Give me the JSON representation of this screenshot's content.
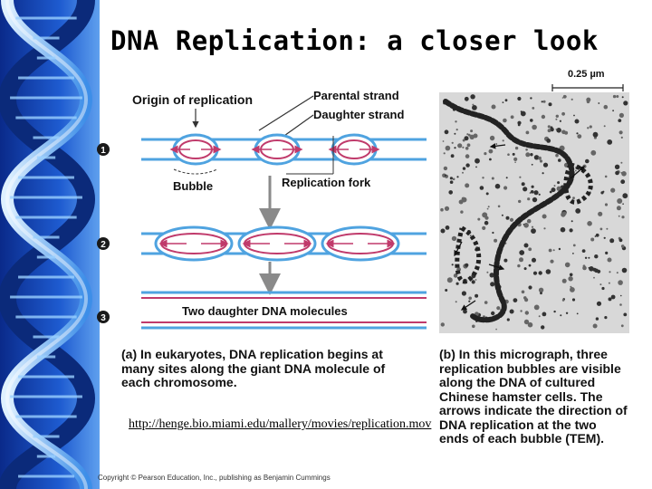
{
  "slide": {
    "title": "DNA Replication: a closer look",
    "link": "http://henge.bio.miami.edu/mallery/movies/replication.mov",
    "copyright": "Copyright © Pearson Education, Inc., publishing as Benjamin Cummings"
  },
  "diagram": {
    "label_origin": "Origin of replication",
    "label_parental": "Parental strand",
    "label_daughter": "Daughter strand",
    "label_bubble": "Bubble",
    "label_fork": "Replication fork",
    "label_two_molecules": "Two daughter DNA molecules",
    "step1": "1",
    "step2": "2",
    "step3": "3",
    "colors": {
      "parental": "#4fa3e0",
      "daughter": "#c03a6b",
      "arrow": "#8a8a8a",
      "badge": "#1a1a1a"
    }
  },
  "captions": {
    "a": "(a) In eukaryotes, DNA replication begins at many sites along the giant DNA molecule of each chromosome.",
    "b": "(b) In this micrograph, three replication bubbles are visible along the DNA of cultured Chinese hamster cells. The arrows indicate the direction of DNA replication at the two ends of each bubble (TEM)."
  },
  "micrograph": {
    "scale_label": "0.25 µm"
  },
  "background": {
    "helix_colors": {
      "dark": "#0b2a8c",
      "light": "#8fc8f5"
    }
  }
}
